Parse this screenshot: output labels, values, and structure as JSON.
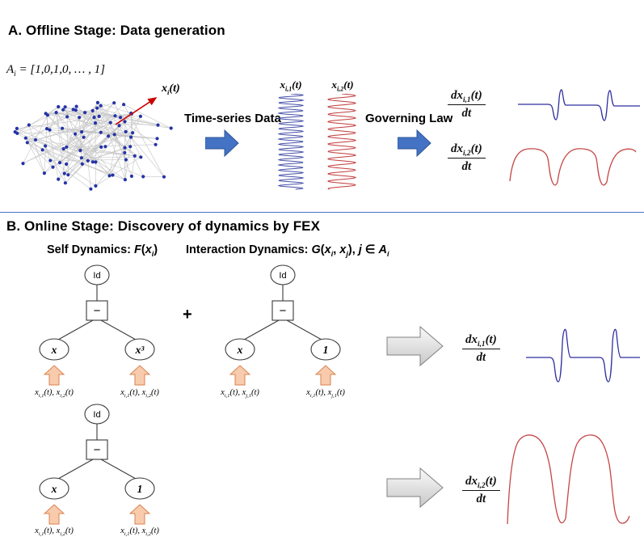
{
  "figure": {
    "divider_color": "#4472c4",
    "accent_blue": "#4472c4",
    "series1_color": "#4650a8",
    "series2_color": "#c23b3b"
  },
  "section_a": {
    "title": "A. Offline Stage: Data generation",
    "adjacency_html": "A<sub>i</sub> = [1,0,1,0, … , 1]",
    "node_state_html": "x<sub>i</sub>(t)",
    "timeseries_arrow_label": "Time-series Data",
    "governing_arrow_label": "Governing Law",
    "series1_label_html": "x<sub>i,1</sub>(t)",
    "series2_label_html": "x<sub>i,2</sub>(t)"
  },
  "math": {
    "dx1_num_html": "dx<sub>i,1</sub>(t)",
    "dx2_num_html": "dx<sub>i,2</sub>(t)",
    "dt": "dt"
  },
  "section_b": {
    "title": "B. Online Stage: Discovery of dynamics by FEX",
    "self_dynamics_html": "Self Dynamics: <i>F</i>(<i>x<sub>i</sub></i>)",
    "interaction_dynamics_html": "Interaction Dynamics: <i>G</i>(<i>x<sub>i</sub></i>, <i>x<sub>j</sub></i>), <i>j</i> ∈ <i>A<sub>i</sub></i>",
    "plus_sign": "+",
    "inputs_self_html": "x<sub>i,1</sub>(t), x<sub>i,2</sub>(t)",
    "inputs_inter_html": "x<sub>i,1</sub>(t), x<sub>j,1</sub>(t)"
  },
  "tree": {
    "id_label": "Id",
    "minus_op": "−",
    "leaf_x": "x",
    "leaf_x_cubed": "x³",
    "leaf_one": "1"
  }
}
